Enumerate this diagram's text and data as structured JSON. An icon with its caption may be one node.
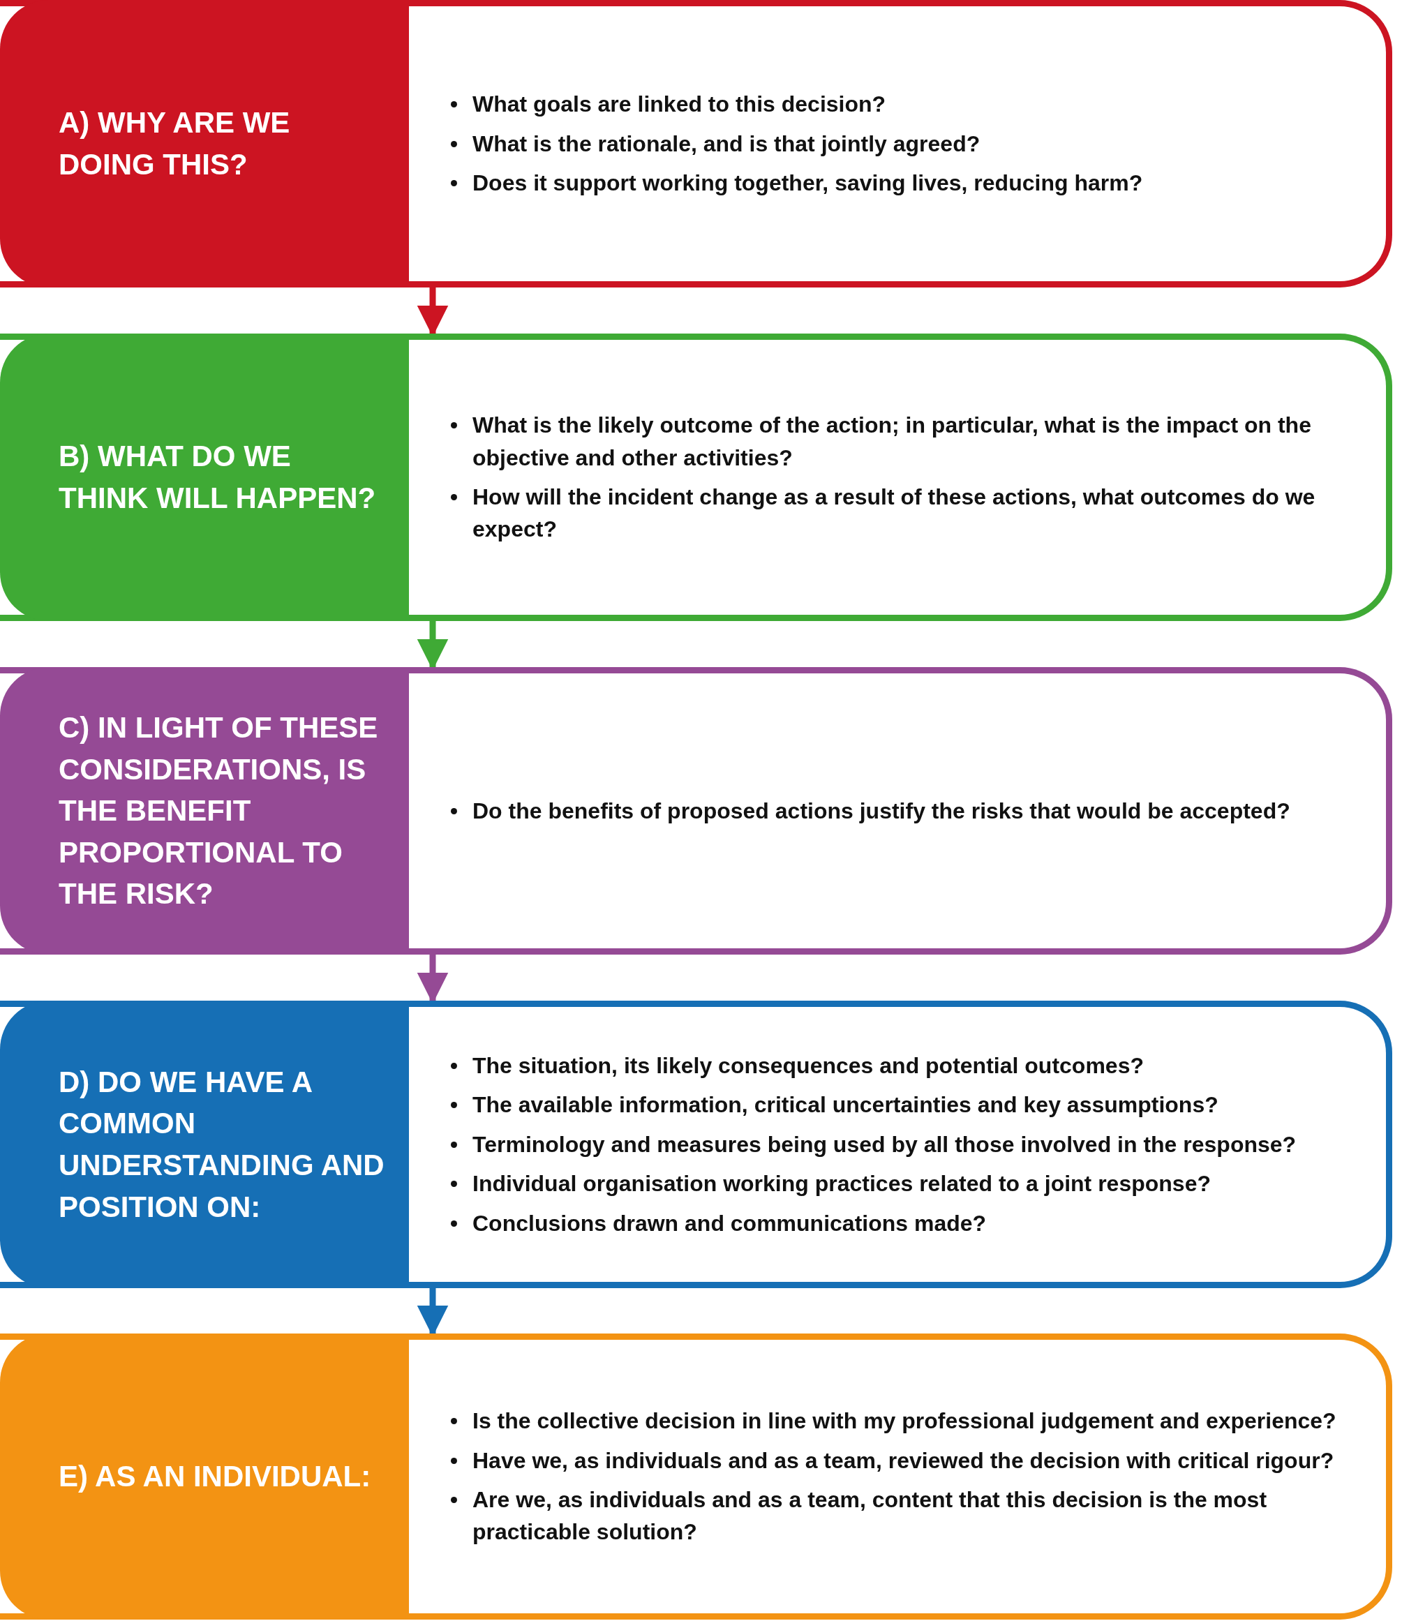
{
  "diagram": {
    "nodes": [
      {
        "text": [
          "A) WHY ARE WE DOING THIS?",
          "What goals are linked to this decision?",
          "What is the rationale, and is that jointly agreed?",
          "Does it support working together, saving lives, reducing harm?"
        ]
      },
      {
        "text": [
          "B) WHAT DO WE THINK WILL HAPPEN?",
          "What is the likely outcome of the action; in particular, what is the impact on the objective and other activities?",
          "How will the incident change as a result of these actions, what outcomes do we expect?"
        ]
      },
      {
        "text": [
          "C) IN LIGHT OF THESE CONSIDERATIONS, IS THE BENEFIT PROPORTIONAL TO THE RISK?",
          "Do the benefits of proposed actions justify the risks that would be accepted?"
        ]
      },
      {
        "text": [
          "D) DO WE HAVE A COMMON UNDERSTANDING AND POSITION ON:",
          "The situation, its likely consequences and potential outcomes?",
          "The available information, critical uncertainties and key assumptions?",
          "Terminology and measures being used by all those involved in the response?",
          "Individual organisation working practices related to a joint response?",
          "Conclusions drawn and communications made?"
        ]
      },
      {
        "text": [
          "E) AS AN INDIVIDUAL:",
          "Is the collective decision in line with my professional judgement and experience?",
          "Have we, as individuals and as a team, reviewed the decision with critical rigour?",
          "Are we, as individuals and as a team, content that this decision is the most practicable solution?"
        ]
      }
    ],
    "edges": [
      {
        "from": 0,
        "to": 1,
        "arrow": "to",
        "color": "#cc1422"
      },
      {
        "from": 1,
        "to": 2,
        "arrow": "to",
        "color": "#3faa35"
      },
      {
        "from": 2,
        "to": 3,
        "arrow": "to",
        "color": "#954a95"
      },
      {
        "from": 3,
        "to": 4,
        "arrow": "to",
        "color": "#166fb5"
      }
    ]
  }
}
